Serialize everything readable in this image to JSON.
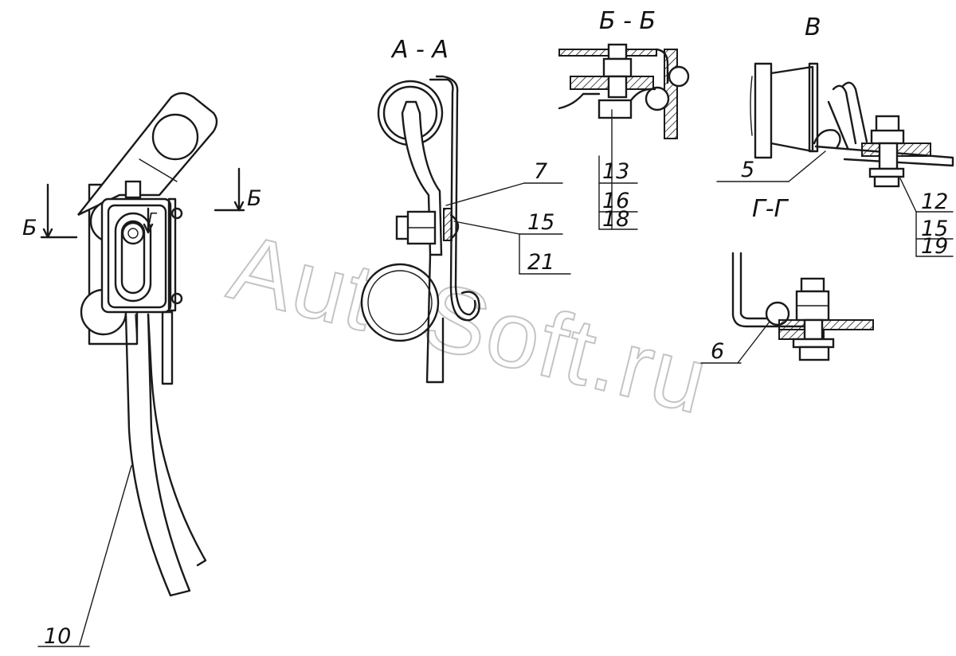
{
  "watermark": "AutoSoft.ru",
  "sections": {
    "aa": "А - А",
    "bb": "Б - Б",
    "v": "В",
    "gg": "Г-Г"
  },
  "cut_marks": {
    "b_left": "Б",
    "b_right": "Б",
    "g": "Г"
  },
  "callouts": {
    "c7": "7",
    "c15a": "15",
    "c21": "21",
    "c13": "13",
    "c16": "16",
    "c18": "18",
    "c5": "5",
    "c12": "12",
    "c15b": "15",
    "c19": "19",
    "c6": "6",
    "c10": "10"
  }
}
